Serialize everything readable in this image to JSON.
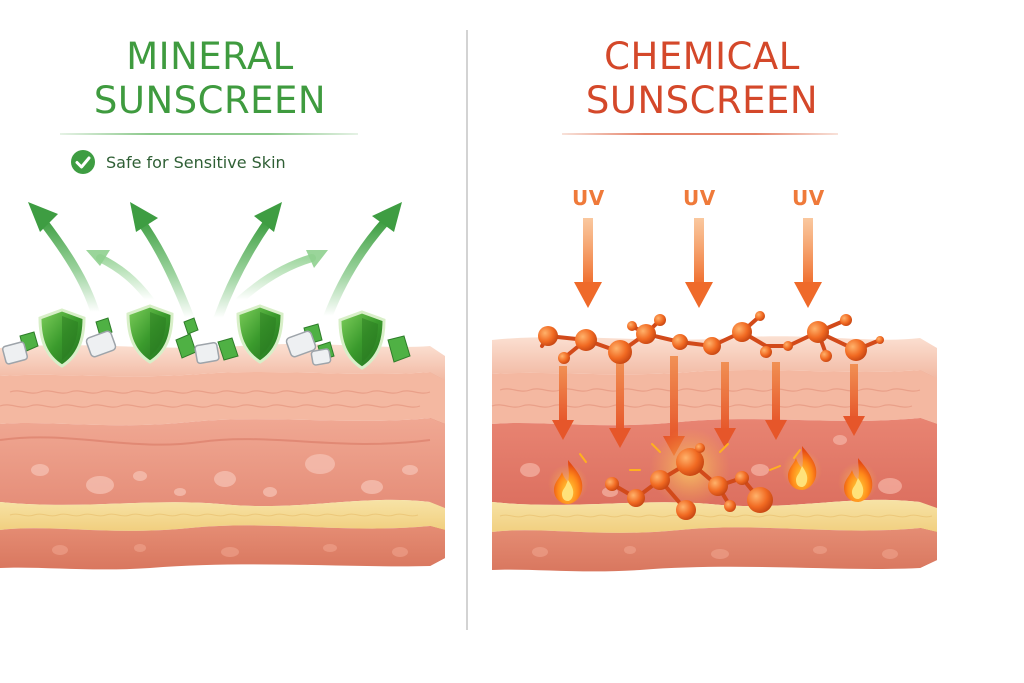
{
  "mineral": {
    "title_line1": "MINERAL",
    "title_line2": "SUNSCREEN",
    "badge_text": "Safe for Sensitive Skin",
    "color": "#3f9b3f"
  },
  "chemical": {
    "title_line1": "CHEMICAL",
    "title_line2": "SUNSCREEN",
    "uv_labels": [
      "UV",
      "UV",
      "UV"
    ],
    "color": "#d4482a"
  },
  "colors": {
    "mineral_accent": "#3f9b3f",
    "chemical_accent": "#d4482a",
    "uv_arrow": "#ef7a3a",
    "skin_top": "#f6c9b4",
    "skin_mid": "#ec9f8a",
    "skin_deep": "#e0806c",
    "fat_layer": "#f4d995"
  }
}
